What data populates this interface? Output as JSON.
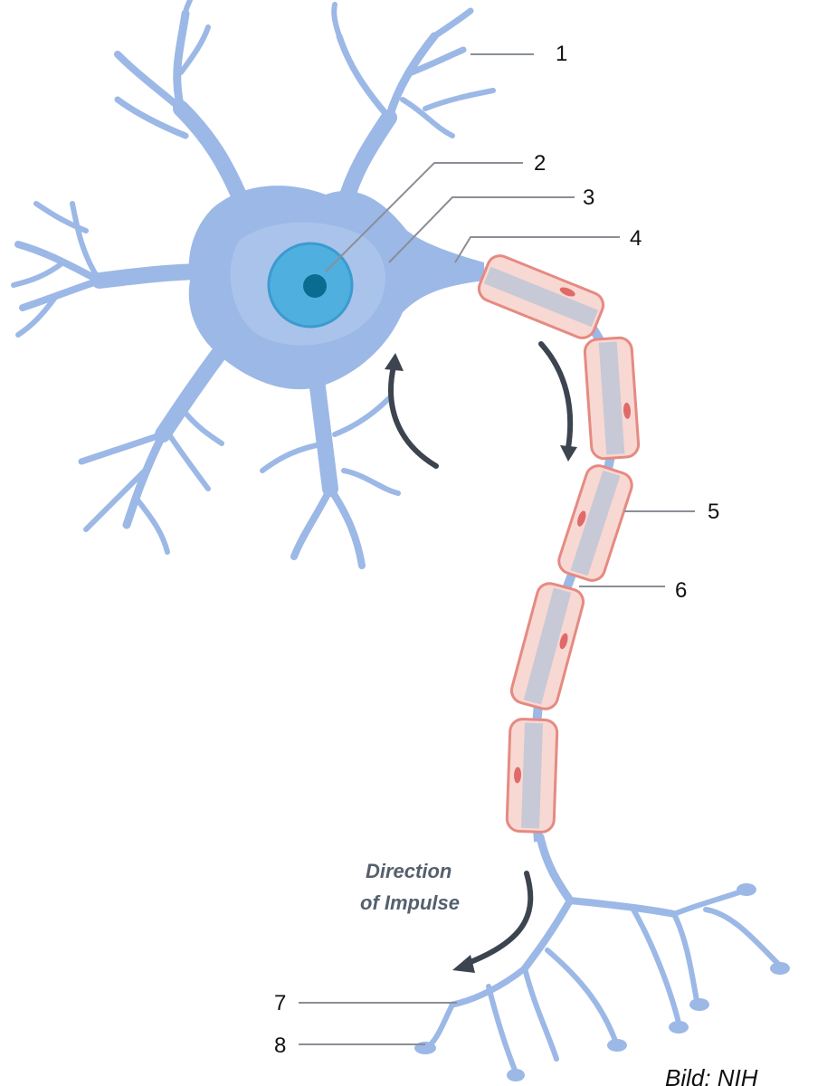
{
  "colors": {
    "cell": "#9cb8e6",
    "cell_inner": "#b3c9ef",
    "nucleus": "#4fb0e0",
    "nucleolus": "#0b6b90",
    "myelin_fill": "#f8d8d2",
    "myelin_stroke": "#e58a82",
    "axon_core": "#c7c9d6",
    "arrow": "#3c4450",
    "leader": "#8a8f96"
  },
  "labels": {
    "l1": "1",
    "l2": "2",
    "l3": "3",
    "l4": "4",
    "l5": "5",
    "l6": "6",
    "l7": "7",
    "l8": "8"
  },
  "annotation": {
    "line1": "Direction",
    "line2": "of Impulse"
  },
  "credit": "Bild: NIH"
}
